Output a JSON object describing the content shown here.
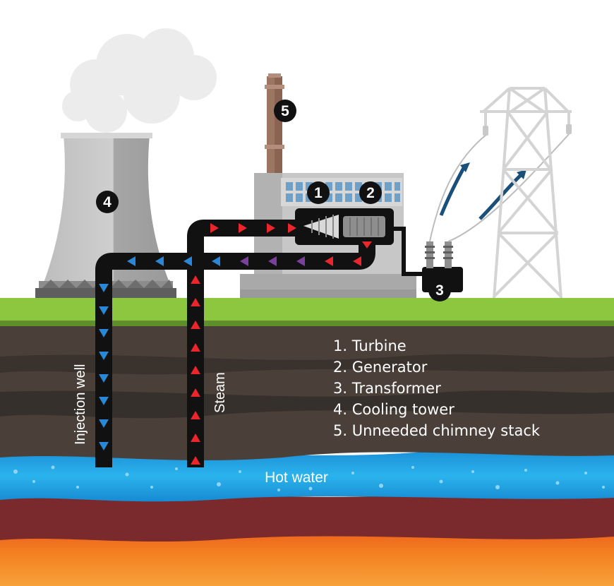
{
  "markers": {
    "turbine": "1",
    "generator": "2",
    "transformer": "3",
    "cooling_tower": "4",
    "chimney": "5"
  },
  "labels": {
    "injection_well": "Injection well",
    "steam": "Steam",
    "hot_water": "Hot water"
  },
  "legend": [
    "1. Turbine",
    "2. Generator",
    "3. Transformer",
    "4. Cooling tower",
    "5. Unneeded chimney stack"
  ],
  "colors": {
    "grass": "#8dc63f",
    "soil": "#4a3f38",
    "water": "#1fa8e0",
    "magma": "#f26b1d",
    "steam_arrow": "#e8262b",
    "cold_arrow": "#2a86d6",
    "mixed_arrow": "#7b3fa0",
    "pipe": "#111111"
  }
}
